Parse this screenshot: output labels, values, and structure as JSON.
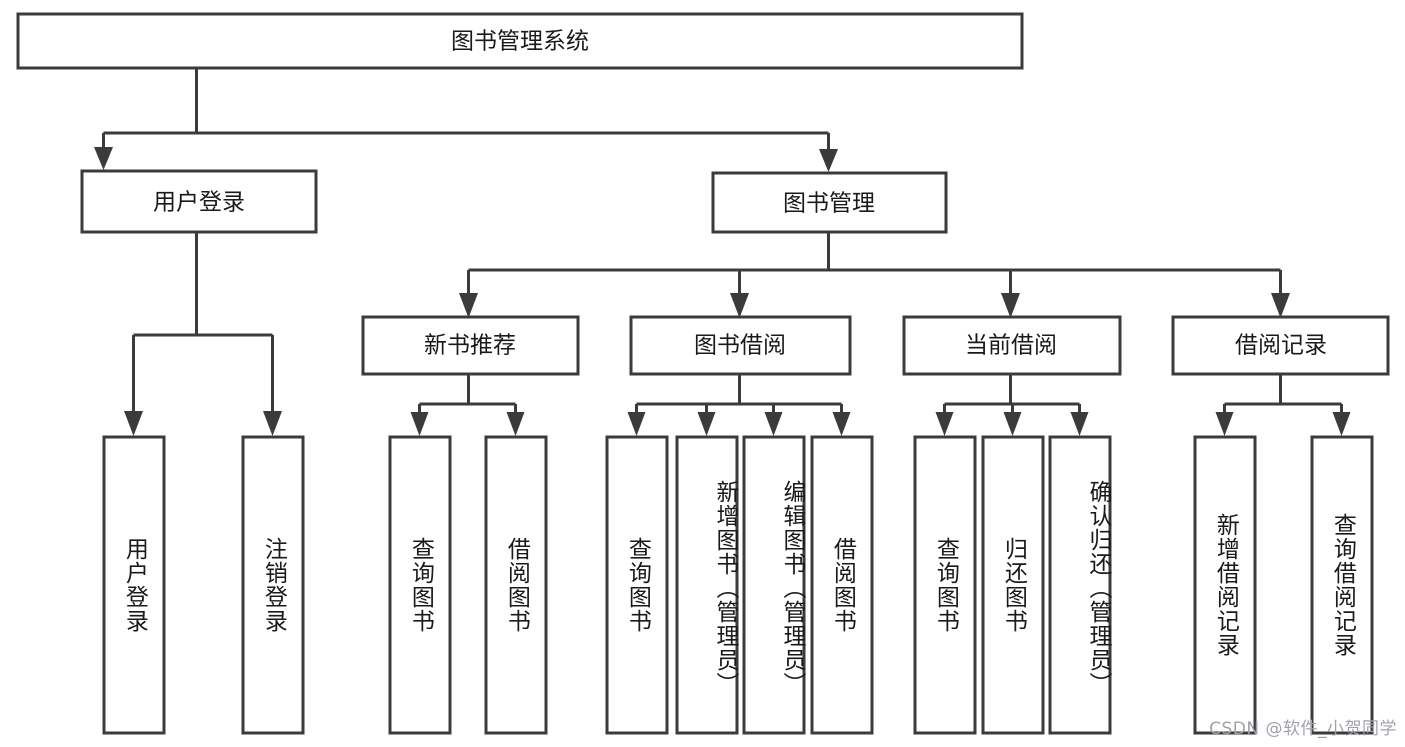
{
  "diagram": {
    "title": "图书管理系统",
    "type": "tree-hierarchy-diagram",
    "orientation": "top-down",
    "colors": {
      "background": "#ffffff",
      "box_fill": "#ffffff",
      "box_stroke": "#3b3b3b",
      "connector": "#3b3b3b",
      "text": "#1a1a1a",
      "watermark": "#9fa3a8"
    },
    "watermark": "CSDN @软件_小贺同学",
    "nodes": {
      "root": {
        "label": "图书管理系统",
        "level": 0,
        "text_direction": "horizontal"
      },
      "level1": [
        {
          "id": "user-login",
          "label": "用户登录",
          "text_direction": "horizontal"
        },
        {
          "id": "book-management",
          "label": "图书管理",
          "text_direction": "horizontal"
        }
      ],
      "level2": [
        {
          "id": "new-book-recommend",
          "label": "新书推荐",
          "parent": "book-management",
          "text_direction": "horizontal"
        },
        {
          "id": "book-borrow",
          "label": "图书借阅",
          "parent": "book-management",
          "text_direction": "horizontal"
        },
        {
          "id": "current-borrow",
          "label": "当前借阅",
          "parent": "book-management",
          "text_direction": "horizontal"
        },
        {
          "id": "borrow-record",
          "label": "借阅记录",
          "parent": "book-management",
          "text_direction": "horizontal"
        }
      ],
      "leaves": [
        {
          "id": "leaf-user-login",
          "label": "用户登录",
          "parent": "user-login",
          "text_direction": "vertical"
        },
        {
          "id": "leaf-logout",
          "label": "注销登录",
          "parent": "user-login",
          "text_direction": "vertical"
        },
        {
          "id": "leaf-query-book-1",
          "label": "查询图书",
          "parent": "new-book-recommend",
          "text_direction": "vertical"
        },
        {
          "id": "leaf-borrow-book-1",
          "label": "借阅图书",
          "parent": "new-book-recommend",
          "text_direction": "vertical"
        },
        {
          "id": "leaf-query-book-2",
          "label": "查询图书",
          "parent": "book-borrow",
          "text_direction": "vertical"
        },
        {
          "id": "leaf-add-book",
          "label": "新增图书（管理员）",
          "parent": "book-borrow",
          "text_direction": "vertical"
        },
        {
          "id": "leaf-edit-book",
          "label": "编辑图书（管理员）",
          "parent": "book-borrow",
          "text_direction": "vertical"
        },
        {
          "id": "leaf-borrow-book-2",
          "label": "借阅图书",
          "parent": "book-borrow",
          "text_direction": "vertical"
        },
        {
          "id": "leaf-query-book-3",
          "label": "查询图书",
          "parent": "current-borrow",
          "text_direction": "vertical"
        },
        {
          "id": "leaf-return-book",
          "label": "归还图书",
          "parent": "current-borrow",
          "text_direction": "vertical"
        },
        {
          "id": "leaf-confirm-return",
          "label": "确认归还（管理员）",
          "parent": "current-borrow",
          "text_direction": "vertical"
        },
        {
          "id": "leaf-add-record",
          "label": "新增借阅记录",
          "parent": "borrow-record",
          "text_direction": "vertical"
        },
        {
          "id": "leaf-query-record",
          "label": "查询借阅记录",
          "parent": "borrow-record",
          "text_direction": "vertical"
        }
      ]
    }
  }
}
